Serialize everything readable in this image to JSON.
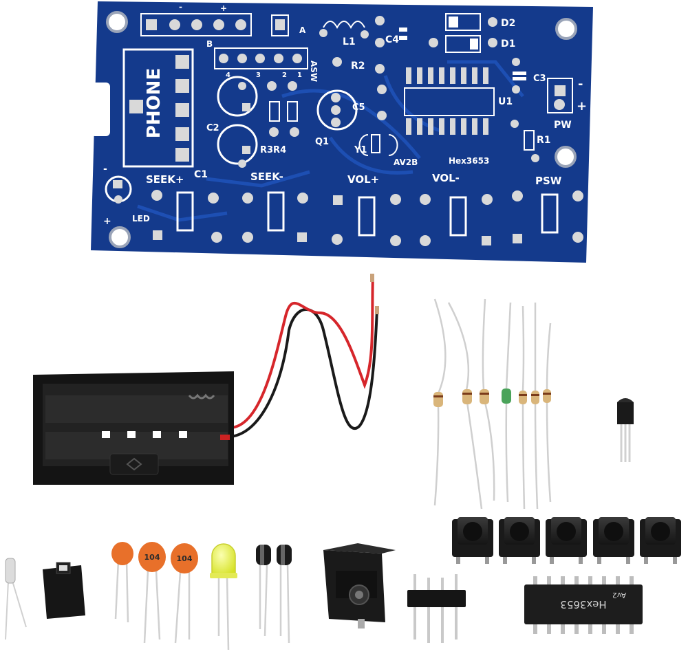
{
  "pcb": {
    "labels": {
      "phone": "PHONE",
      "seek_plus": "SEEK+",
      "seek_minus": "SEEK-",
      "vol_plus": "VOL+",
      "vol_minus": "VOL-",
      "psw": "PSW",
      "led": "LED",
      "pw": "PW",
      "c1": "C1",
      "c2": "C2",
      "c3": "C3",
      "c4": "C4",
      "c5": "C5",
      "r1": "R1",
      "r2": "R2",
      "r3r4": "R3R4",
      "q1": "Q1",
      "y1": "Y1",
      "u1": "U1",
      "d1": "D1",
      "d2": "D2",
      "l1": "L1",
      "asw": "ASW",
      "a": "A",
      "b": "B",
      "chip_id": "Hex3653",
      "board_rev": "AV2B",
      "plus": "+",
      "minus": "-",
      "pin1": "1",
      "pin2": "2",
      "pin3": "3",
      "pin4": "4"
    }
  },
  "components": {
    "capacitor_code": "104",
    "ic_marking": "Hex3653",
    "ic_rev": "Av2"
  },
  "colors": {
    "pcb_blue": "#143a8c",
    "pcb_dark": "#0c2766",
    "pad": "#d9d9d9",
    "battery_black": "#141414",
    "wire_red": "#d6262b",
    "wire_black": "#1a1a1a",
    "ceramic_orange": "#e8702a",
    "led_yellow": "#e7ee3a"
  }
}
